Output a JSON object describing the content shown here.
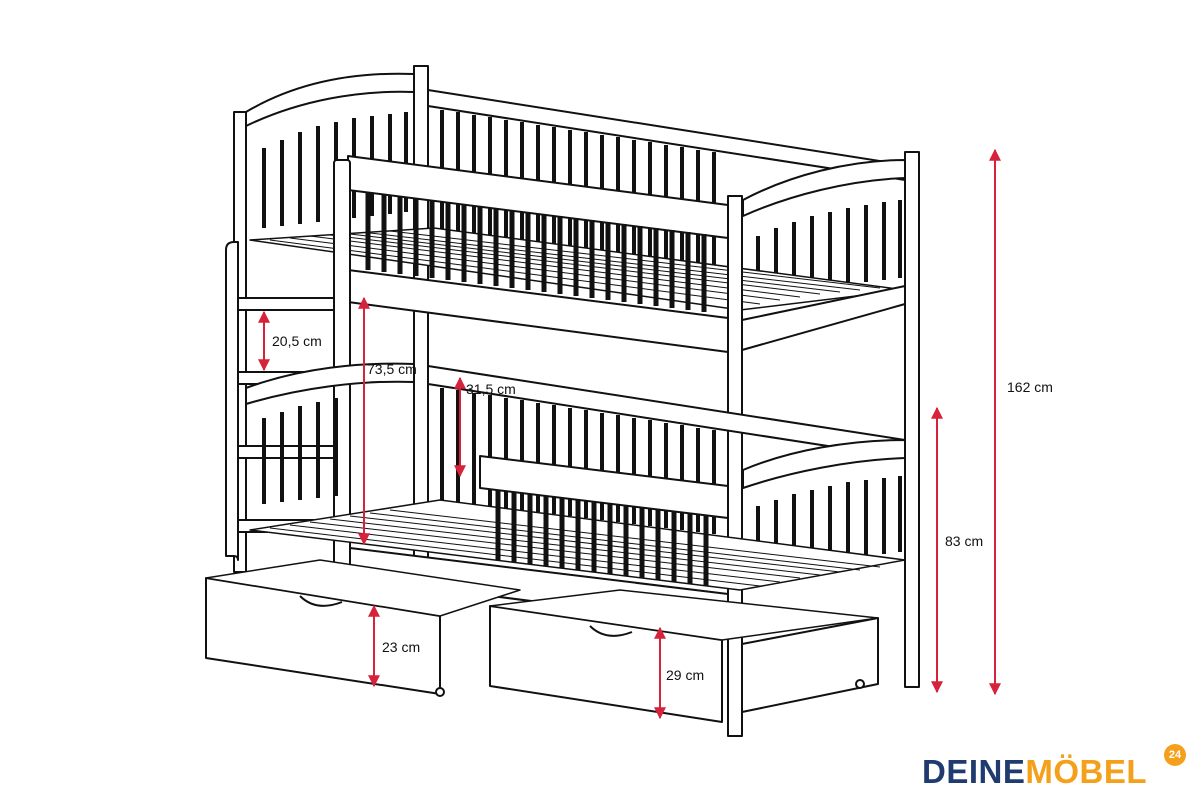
{
  "dimensions": {
    "ladder_rung_spacing": "20,5 cm",
    "bed_gap_height": "73,5 cm",
    "upper_rail_height": "31,5 cm",
    "total_height": "162 cm",
    "lower_bed_height": "83 cm",
    "drawer_left_height": "23 cm",
    "drawer_right_height": "29 cm"
  },
  "brand": {
    "part1": "DEINE",
    "part2": "MÖBEL",
    "badge": "24",
    "color_dark": "#1f3b6f",
    "color_accent": "#f5a01a"
  },
  "colors": {
    "line": "#111111",
    "dimension_arrow": "#d6223a"
  }
}
